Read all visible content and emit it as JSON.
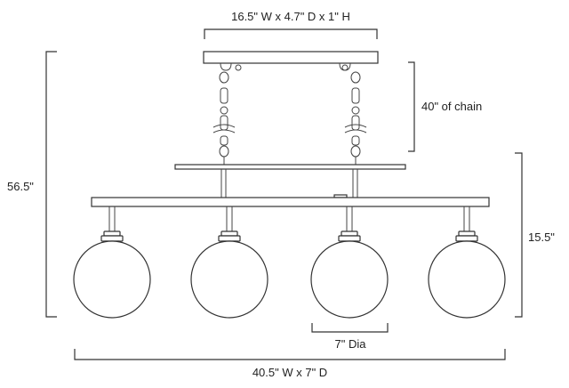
{
  "dimensions": {
    "canopy": "16.5\" W x 4.7\" D x 1\" H",
    "chain": "40\" of chain",
    "overall_height": "56.5\"",
    "fixture_height": "15.5\"",
    "shade_diameter": "7\" Dia",
    "overall_width": "40.5\" W x 7\" D"
  },
  "colors": {
    "line": "#333333",
    "text": "#222222",
    "background": "#ffffff"
  }
}
